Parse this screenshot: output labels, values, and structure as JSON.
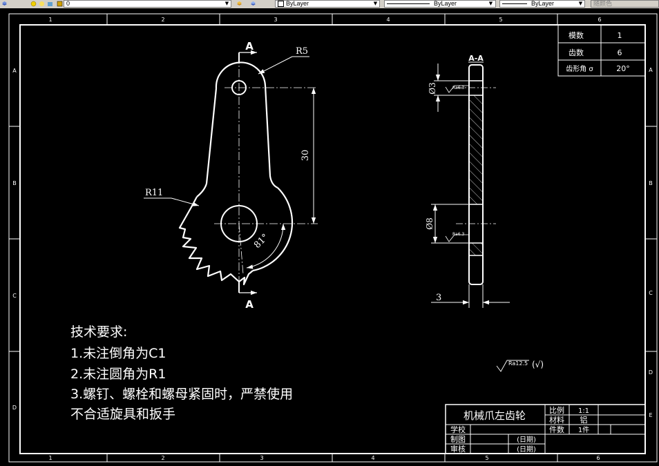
{
  "toolbar": {
    "layer_value": "0",
    "color_value": "ByLayer",
    "linetype_value": "ByLayer",
    "lineweight_value": "ByLayer",
    "plotstyle_value": "随颜色"
  },
  "frame": {
    "top_zones": [
      "1",
      "2",
      "3",
      "4",
      "5",
      "6"
    ],
    "bottom_zones": [
      "1",
      "2",
      "3",
      "4",
      "5",
      "6"
    ],
    "left_zones": [
      "A",
      "B",
      "C",
      "D"
    ],
    "right_zones": [
      "A",
      "B",
      "C",
      "D",
      "E"
    ]
  },
  "gear_table": {
    "rows": [
      {
        "label": "模数",
        "value": "1"
      },
      {
        "label": "齿数",
        "value": "6"
      },
      {
        "label": "齿形角 σ",
        "value": "20°"
      }
    ]
  },
  "front_view": {
    "section_mark_top": "A",
    "section_mark_bottom": "A",
    "dim_r5": "R5",
    "dim_r11": "R11",
    "dim_30": "30",
    "dim_angle": "81°"
  },
  "section_view": {
    "title": "A-A",
    "dim_d3": "Ø3",
    "dim_d8": "Ø8",
    "dim_thickness": "3",
    "roughness_1": "Ra6.3",
    "roughness_2": "Ra6.3"
  },
  "requirements": {
    "title": "技术要求:",
    "lines": [
      "1.未注倒角为C1",
      "2.未注圆角为R1",
      "3.螺钉、螺栓和螺母紧固时，严禁使用",
      "不合适旋具和扳手"
    ]
  },
  "general_roughness": {
    "value": "Ra12.5",
    "suffix": "(√)"
  },
  "title_block": {
    "part_name": "机械爪左齿轮",
    "scale_label": "比例",
    "scale_value": "1:1",
    "material_label": "材料",
    "material_value": "铝",
    "quantity_label": "件数",
    "quantity_value": "1件",
    "school_label": "学校",
    "drawn_label": "制图",
    "drawn_date": "(日期)",
    "checked_label": "审核",
    "checked_date": "(日期)"
  }
}
